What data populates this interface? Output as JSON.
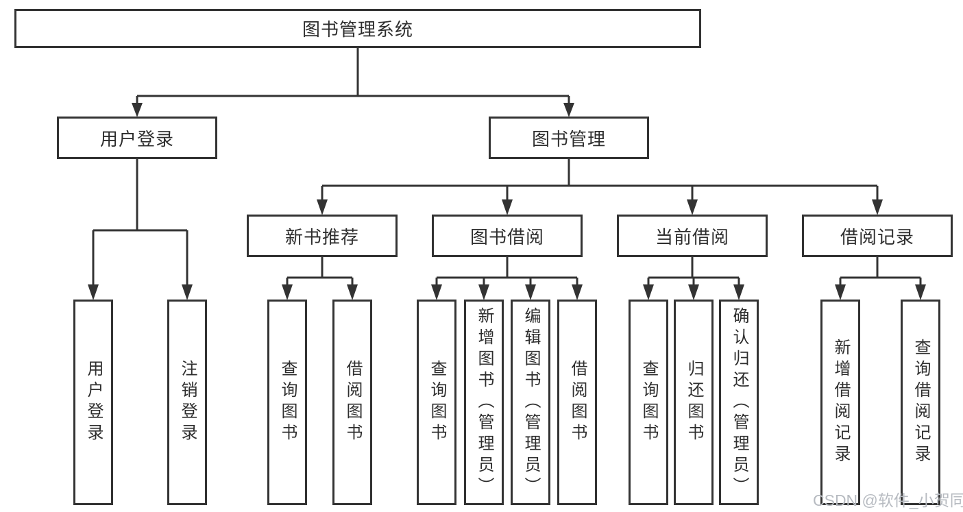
{
  "tree": {
    "root": {
      "label": "图书管理系统"
    },
    "branches": [
      {
        "label": "用户登录",
        "children": [
          {
            "label": "用户登录"
          },
          {
            "label": "注销登录"
          }
        ]
      },
      {
        "label": "图书管理",
        "children": [
          {
            "label": "新书推荐",
            "children": [
              {
                "label": "查询图书"
              },
              {
                "label": "借阅图书"
              }
            ]
          },
          {
            "label": "图书借阅",
            "children": [
              {
                "label": "查询图书"
              },
              {
                "label": "新增图书（管理员）"
              },
              {
                "label": "编辑图书（管理员）"
              },
              {
                "label": "借阅图书"
              }
            ]
          },
          {
            "label": "当前借阅",
            "children": [
              {
                "label": "查询图书"
              },
              {
                "label": "归还图书"
              },
              {
                "label": "确认归还（管理员）"
              }
            ]
          },
          {
            "label": "借阅记录",
            "children": [
              {
                "label": "新增借阅记录"
              },
              {
                "label": "查询借阅记录"
              }
            ]
          }
        ]
      }
    ]
  },
  "watermark": {
    "text": "CSDN @软件_小贺同学"
  },
  "colors": {
    "line": "#333333",
    "box_border": "#333333",
    "text": "#2e2e2e",
    "watermark": "#b7bbc1",
    "background": "#ffffff"
  }
}
